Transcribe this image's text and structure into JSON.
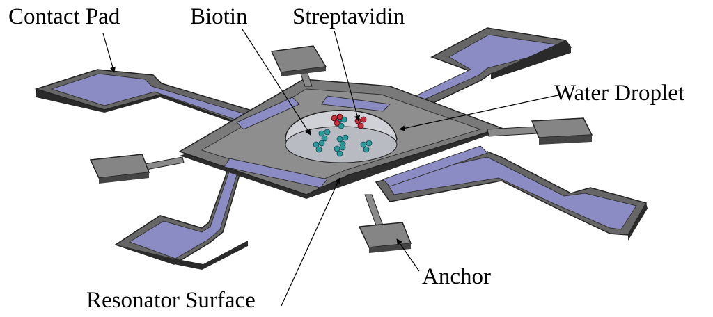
{
  "labels": {
    "contact_pad": "Contact Pad",
    "biotin": "Biotin",
    "streptavidin": "Streptavidin",
    "water_droplet": "Water Droplet",
    "anchor": "Anchor",
    "resonator_surface": "Resonator Surface"
  },
  "colors": {
    "pad_fill": "#8C8CC4",
    "metal": "#5E5E5E",
    "metal_top": "#8A8A8A",
    "anchor_top": "#858585",
    "droplet": "#CFD1D6",
    "biotin_molecule": "#2E9A9A",
    "streptavidin_molecule": "#C0303A"
  }
}
